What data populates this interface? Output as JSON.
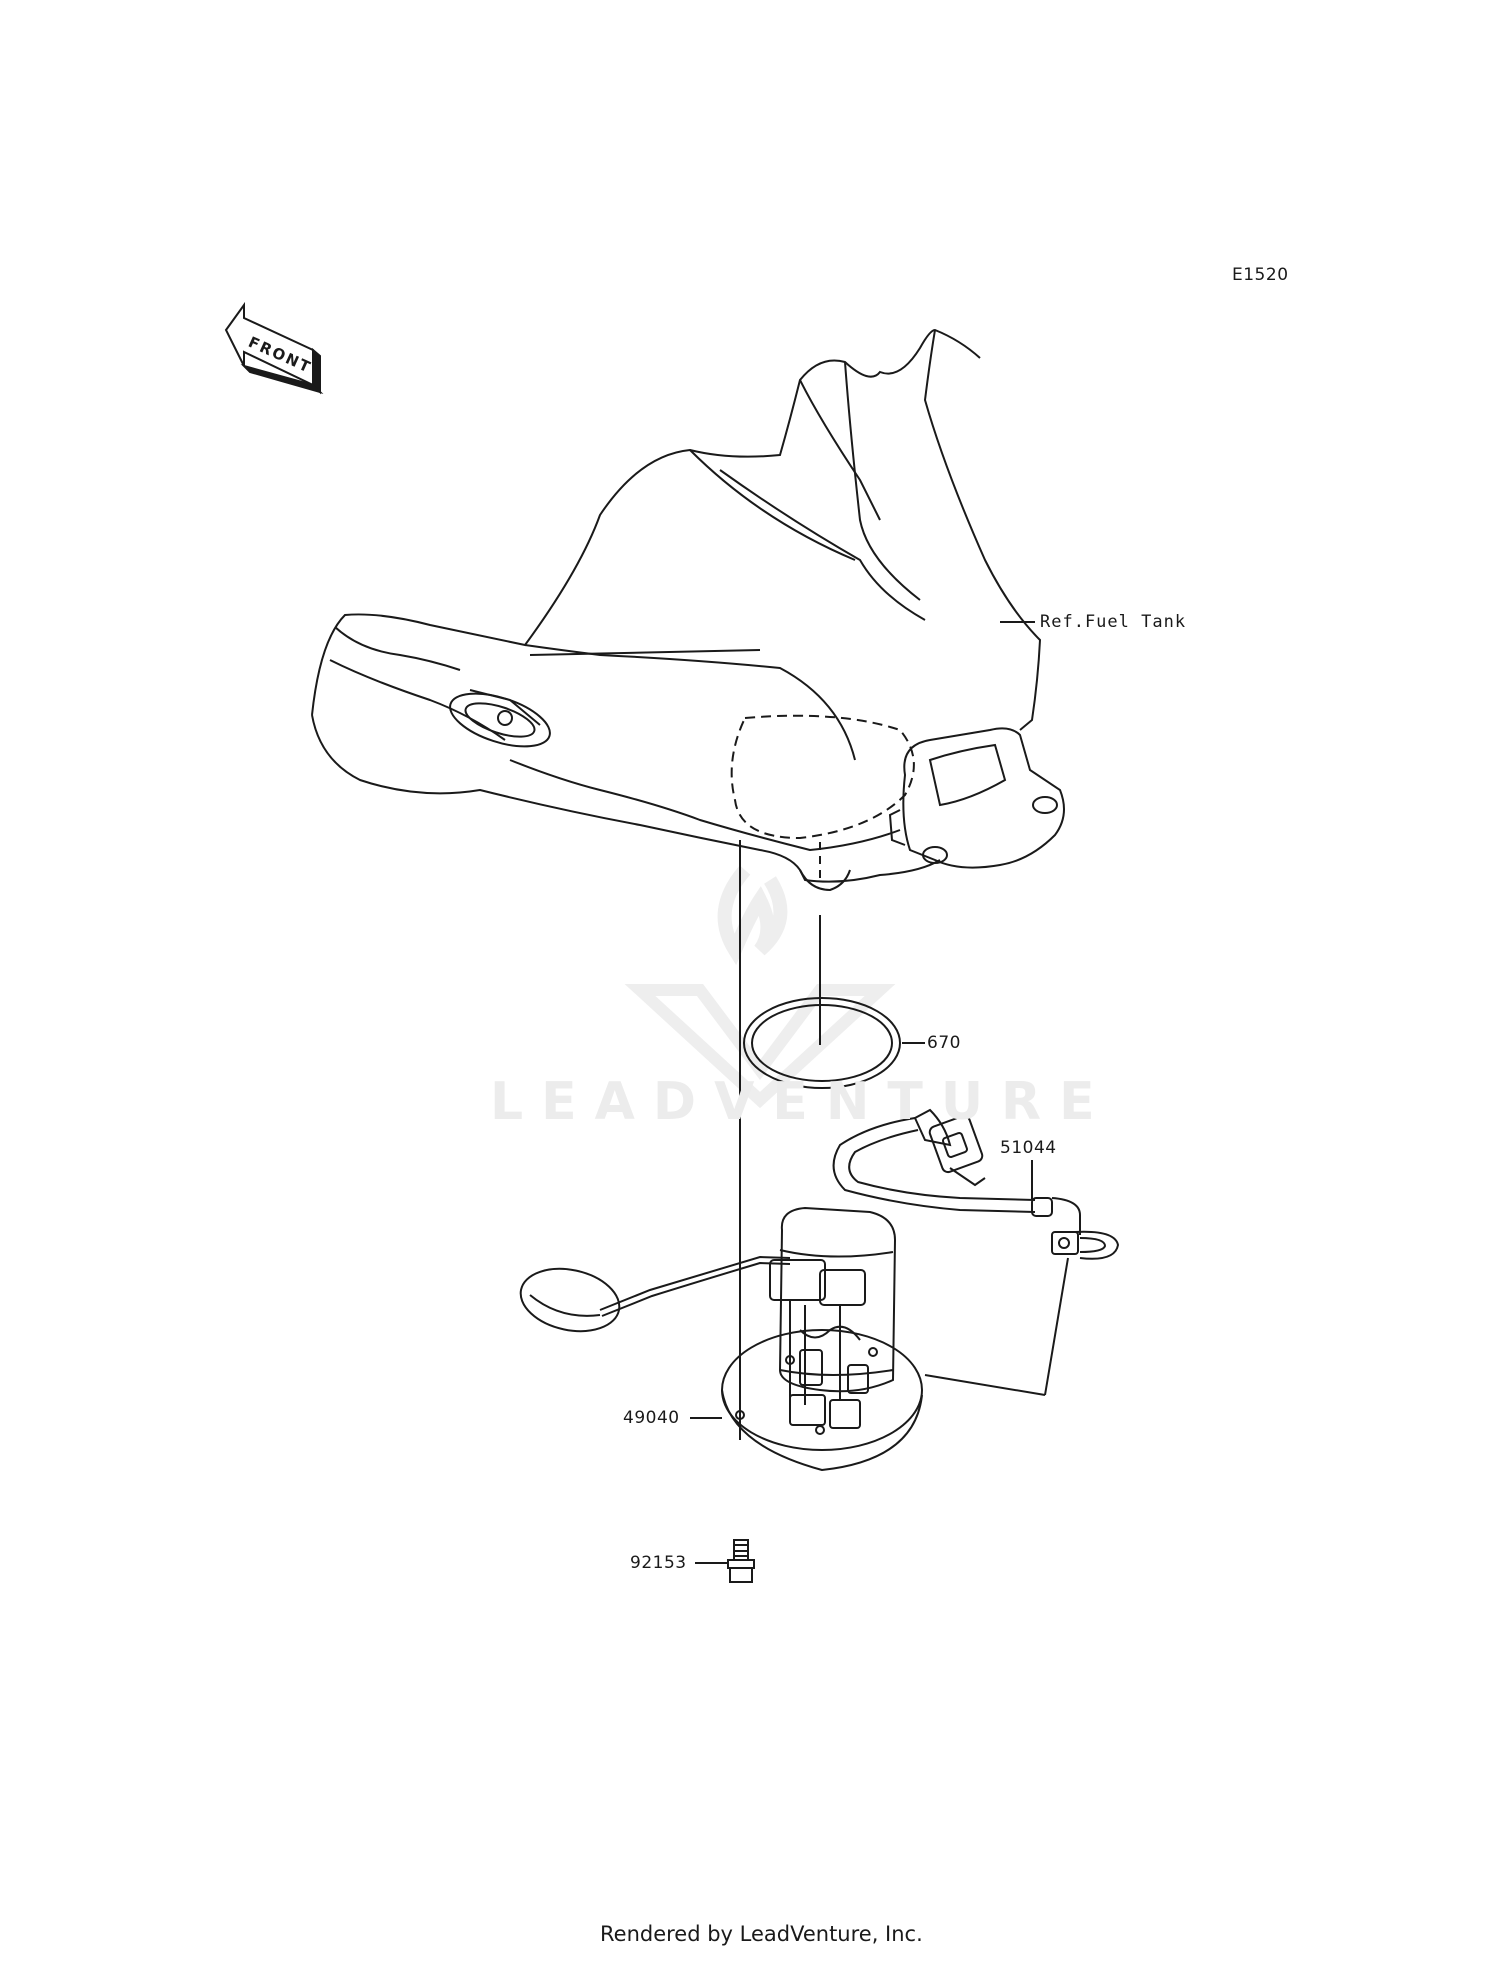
{
  "diagram_id": "E1520",
  "watermark": "LEADVENTURE",
  "footer": "Rendered by LeadVenture, Inc.",
  "front_arrow_label": "FRONT",
  "callouts": {
    "fuel_tank": "Ref.Fuel Tank",
    "gasket": "670",
    "fuel_hose": "51044",
    "fuel_pump": "49040",
    "bolt": "92153"
  }
}
